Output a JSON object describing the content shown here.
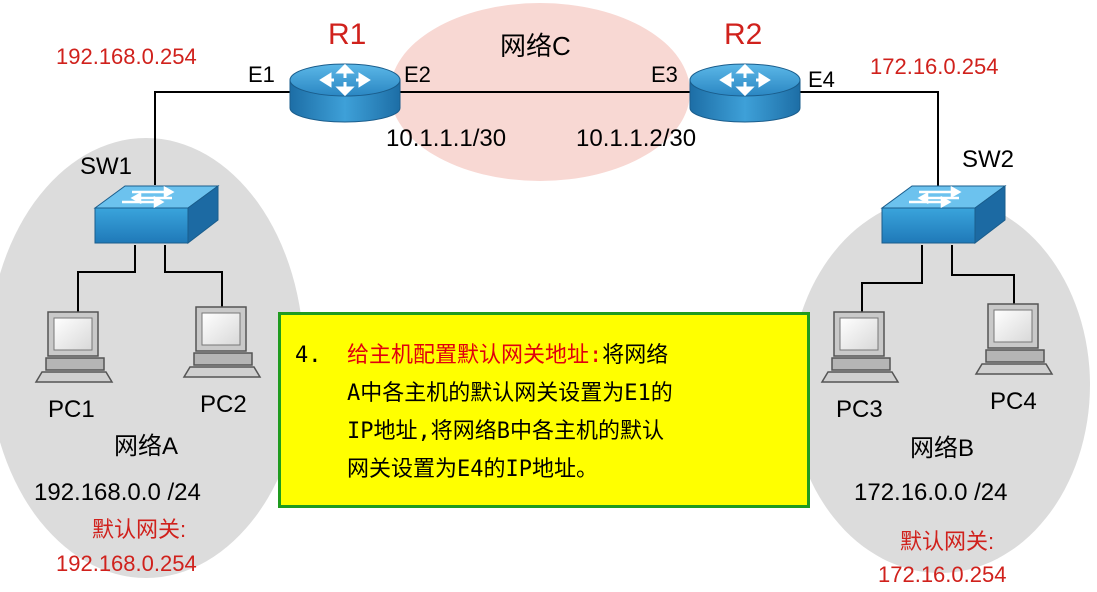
{
  "colors": {
    "label_red": "#d0211c",
    "network_gray": "#dcdcdc",
    "network_c_pink": "#f8d8d3",
    "router_blue": "#2e8fc8",
    "switch_blue": "#2e8fc8",
    "note_bg": "#ffff00",
    "note_border": "#1f9b1f",
    "note_highlight": "#e0000e"
  },
  "routers": {
    "r1": {
      "name": "R1"
    },
    "r2": {
      "name": "R2"
    }
  },
  "interfaces": {
    "e1": "E1",
    "e2": "E2",
    "e3": "E3",
    "e4": "E4"
  },
  "addresses": {
    "e1_ip": "192.168.0.254",
    "e4_ip": "172.16.0.254",
    "e2_ip": "10.1.1.1/30",
    "e3_ip": "10.1.1.2/30"
  },
  "switches": {
    "sw1": "SW1",
    "sw2": "SW2"
  },
  "pcs": {
    "pc1": "PC1",
    "pc2": "PC2",
    "pc3": "PC3",
    "pc4": "PC4"
  },
  "networks": {
    "a": {
      "name": "网络A",
      "subnet": "192.168.0.0 /24",
      "gateway_label": "默认网关:",
      "gateway": "192.168.0.254"
    },
    "b": {
      "name": "网络B",
      "subnet": "172.16.0.0 /24",
      "gateway_label": "默认网关:",
      "gateway": "172.16.0.254"
    },
    "c": {
      "name": "网络C"
    }
  },
  "note": {
    "number": "4.",
    "highlight": "给主机配置默认网关地址:",
    "line1_rest": "将网络",
    "line2": "A中各主机的默认网关设置为E1的",
    "line3": "IP地址,将网络B中各主机的默认",
    "line4": "网关设置为E4的IP地址。"
  }
}
